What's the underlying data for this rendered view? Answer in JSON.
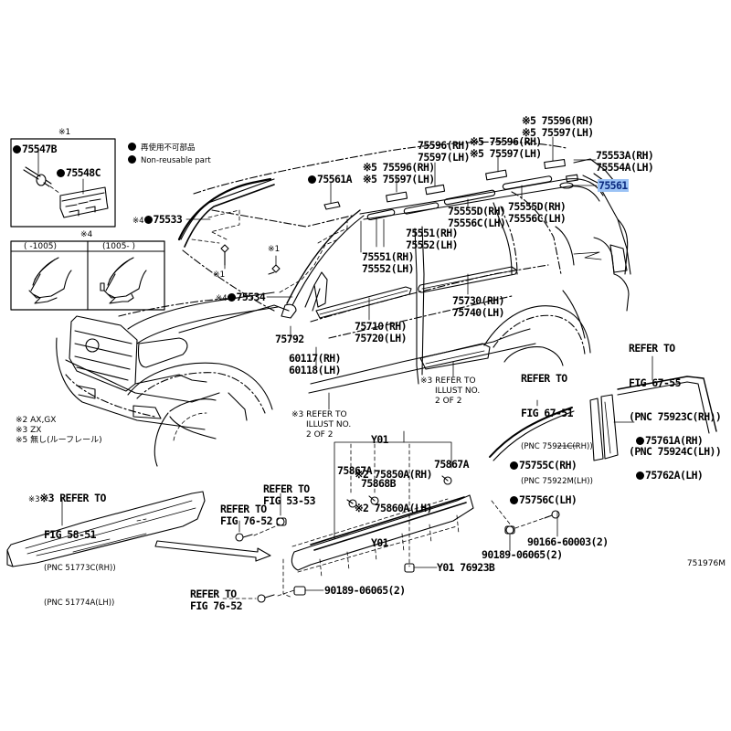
{
  "diagram": {
    "type": "vehicle-body-moulding-parts-diagram",
    "figure_number": "751976M",
    "highlight_color": "#9cc3f5",
    "legend": {
      "symbol": "filled-dot",
      "text_jp": "再使用不可部品",
      "text_en": "Non-reusable part"
    },
    "notes": [
      "※2 AX,GX",
      "※3 ZX",
      "※5 無し(ルーフレール)"
    ],
    "inset_clip": {
      "title": "※1",
      "parts": [
        {
          "number": "75547B",
          "non_reusable": true
        },
        {
          "number": "75548C",
          "non_reusable": true
        }
      ]
    },
    "inset_variants": {
      "title": "※4",
      "columns": [
        "(     -1005)",
        "(1005-     )"
      ]
    },
    "labels": {
      "p75533": {
        "note": "※4",
        "number": "75533",
        "non_reusable": true
      },
      "p75534": {
        "note": "※4",
        "number": "75534",
        "non_reusable": true
      },
      "p75561A": {
        "number": "75561A",
        "non_reusable": true
      },
      "clip1a": {
        "note": "※1"
      },
      "clip1b": {
        "note": "※1"
      },
      "roof_mid_left": {
        "lines": [
          "※5 75596(RH)",
          "※5 75597(LH)"
        ]
      },
      "roof_center": {
        "lines": [
          "75596(RH)",
          "75597(LH)"
        ]
      },
      "roof_center_right": {
        "lines": [
          "※5 75596(RH)",
          "※5 75597(LH)"
        ]
      },
      "roof_top_right": {
        "lines": [
          "※5 75596(RH)",
          "※5 75597(LH)"
        ]
      },
      "roof_rear": {
        "lines": [
          "75553A(RH)",
          "75554A(LH)"
        ]
      },
      "p75561": {
        "number": "75561",
        "highlighted": true
      },
      "roof_mould_mid": {
        "lines": [
          "75555D(RH)",
          "75556C(LH)"
        ]
      },
      "roof_mould_rear": {
        "lines": [
          "75555D(RH)",
          "75556C(LH)"
        ]
      },
      "roof_mould_front_a": {
        "lines": [
          "75551(RH)",
          "75552(LH)"
        ]
      },
      "roof_mould_front_b": {
        "lines": [
          "75551(RH)",
          "75552(LH)"
        ]
      },
      "front_door": {
        "lines": [
          "75710(RH)",
          "75720(LH)"
        ]
      },
      "rear_door": {
        "lines": [
          "75730(RH)",
          "75740(LH)"
        ]
      },
      "p75792": {
        "number": "75792"
      },
      "fender": {
        "lines": [
          "60117(RH)",
          "60118(LH)"
        ]
      },
      "refer_illust_1": {
        "lines": [
          "※3 REFER TO",
          "ILLUST NO.",
          "2 OF 2"
        ]
      },
      "refer_illust_2": {
        "lines": [
          "※3 REFER TO",
          "ILLUST NO.",
          "2 OF 2"
        ]
      },
      "rocker": {
        "lines": [
          "Y01",
          "※2 75850A(RH)",
          "※2 75860A(LH)",
          "Y01"
        ]
      },
      "refer_67_51": {
        "lines": [
          "REFER TO",
          "FIG 67-51"
        ],
        "sub": [
          "(PNC 75921C(RH))",
          "(PNC 75922M(LH))"
        ]
      },
      "refer_67_55": {
        "lines": [
          "REFER TO",
          "FIG 67-55",
          "(PNC 75923C(RH))",
          "(PNC 75924C(LH))"
        ]
      },
      "pillar_a": {
        "lines": [
          "75761A(RH)",
          "75762A(LH)"
        ],
        "non_reusable": true
      },
      "pillar_b": {
        "lines": [
          "75755C(RH)",
          "75756C(LH)"
        ],
        "non_reusable": true
      },
      "step_refer": {
        "lines": [
          "※3 REFER TO",
          "FIG 58-51"
        ],
        "sub": [
          "(PNC 51773C(RH))",
          "(PNC 51774A(LH))"
        ]
      },
      "refer_53_53": {
        "lines": [
          "REFER TO",
          "FIG 53-53"
        ]
      },
      "refer_76_52_a": {
        "lines": [
          "REFER TO",
          "FIG 76-52"
        ]
      },
      "refer_76_52_b": {
        "lines": [
          "REFER TO",
          "FIG 76-52"
        ]
      },
      "clip_75867A_1": {
        "number": "75867A"
      },
      "clip_75867A_2": {
        "number": "75867A"
      },
      "clip_75868B": {
        "number": "75868B"
      },
      "bolt_90166": {
        "number": "90166-60003(2)"
      },
      "nut_90189_a": {
        "number": "90189-06065(2)"
      },
      "nut_90189_b": {
        "number": "90189-06065(2)"
      },
      "y01_76923B": {
        "number": "Y01 76923B"
      }
    }
  }
}
